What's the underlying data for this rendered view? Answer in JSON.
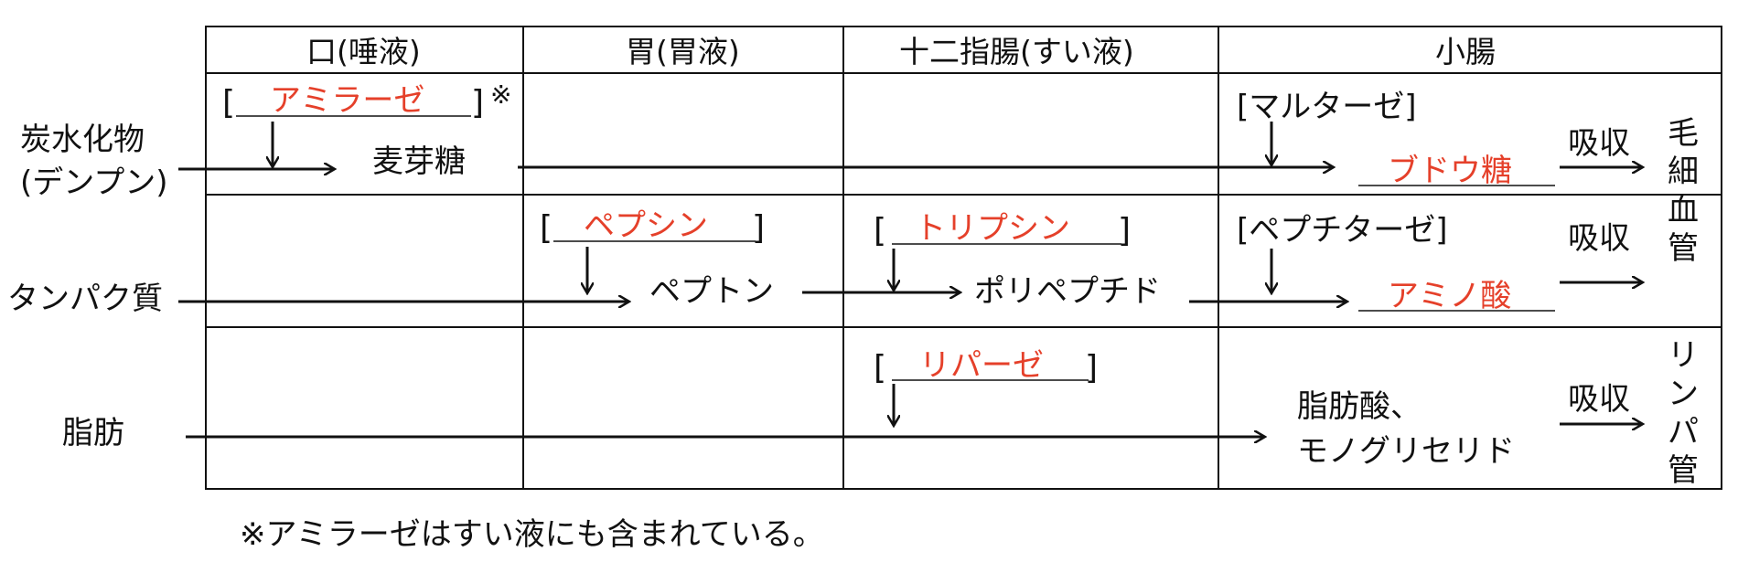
{
  "headers": [
    "口(唾液)",
    "胃(胃液)",
    "十二指腸(すい液)",
    "小腸"
  ],
  "rows": {
    "carb": {
      "label_line1": "炭水化物",
      "label_line2": "(デンプン)"
    },
    "protein": {
      "label": "タンパク質"
    },
    "fat": {
      "label": "脂肪"
    }
  },
  "enzymes": {
    "amylase": "アミラーゼ",
    "amylase_mark": "※",
    "maltase": "[マルターゼ]",
    "pepsin": "ペプシン",
    "trypsin": "トリプシン",
    "peptidase": "[ペプチターゼ]",
    "lipase": "リパーゼ"
  },
  "products": {
    "maltose": "麦芽糖",
    "glucose": "ブドウ糖",
    "peptone": "ペプトン",
    "polypeptide": "ポリペプチド",
    "amino_acid": "アミノ酸",
    "fatty_acid_line1": "脂肪酸、",
    "fatty_acid_line2": "モノグリセリド"
  },
  "absorb": "吸収",
  "vessels": {
    "capillary": [
      "毛",
      "細",
      "血",
      "管"
    ],
    "lymph": [
      "リ",
      "ン",
      "パ",
      "管"
    ]
  },
  "bracket_open": "[",
  "bracket_close": "]",
  "footnote": "※アミラーゼはすい液にも含まれている。",
  "colors": {
    "answer": "#e5402a",
    "ink": "#111111"
  }
}
